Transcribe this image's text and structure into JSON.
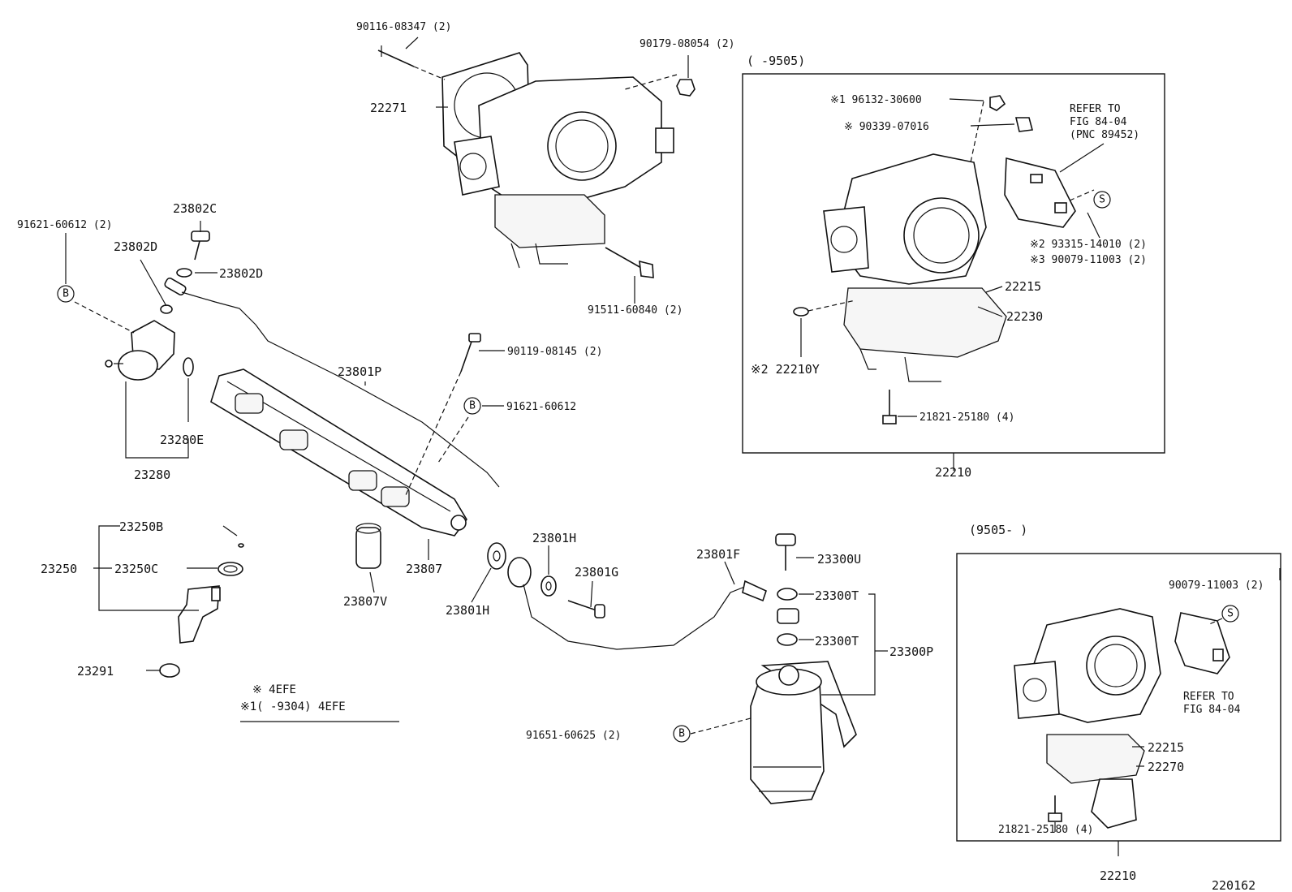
{
  "diagram": {
    "figure_code": "220162",
    "notes": {
      "line1": "※ 4EFE",
      "line2": "※1(      -9304) 4EFE"
    },
    "part_labels": {
      "p90116": "90116-08347 (2)",
      "p90179": "90179-08054 (2)",
      "p22271": "22271",
      "p23802c": "23802C",
      "p91621a": "91621-60612 (2)",
      "p23802d1": "23802D",
      "p23802d2": "23802D",
      "p91511": "91511-60840 (2)",
      "p90119": "90119-08145 (2)",
      "p23801p": "23801P",
      "p91621b": "91621-60612",
      "p23280e": "23280E",
      "p23280": "23280",
      "p23250b": "23250B",
      "p23250": "23250",
      "p23250c": "23250C",
      "p23291": "23291",
      "p23807v": "23807V",
      "p23807": "23807",
      "p23801h1": "23801H",
      "p23801h2": "23801H",
      "p23801g": "23801G",
      "p23801f": "23801F",
      "p23300u": "23300U",
      "p23300t1": "23300T",
      "p23300t2": "23300T",
      "p23300p": "23300P",
      "p91651": "91651-60625 (2)"
    },
    "circle_marks": {
      "a": "B",
      "b": "B",
      "c": "B",
      "d": "S",
      "e": "S"
    },
    "box1": {
      "title": "(      -9505)",
      "p96132": "※1 96132-30600",
      "p90339": "※ 90339-07016",
      "refer1": "REFER TO",
      "refer2": "FIG 84-04",
      "refer3": "(PNC 89452)",
      "p93315": "※2 93315-14010 (2)",
      "p90079": "※3 90079-11003 (2)",
      "p22215": "22215",
      "p22230": "22230",
      "p22210y": "※2 22210Y",
      "p21821": "21821-25180 (4)",
      "p22210": "22210"
    },
    "box2": {
      "title": "(9505-      )",
      "p90079": "90079-11003 (2)",
      "refer1": "REFER TO",
      "refer2": "FIG 84-04",
      "p22215": "22215",
      "p22270": "22270",
      "p21821": "21821-25180 (4)",
      "p22210": "22210"
    }
  }
}
